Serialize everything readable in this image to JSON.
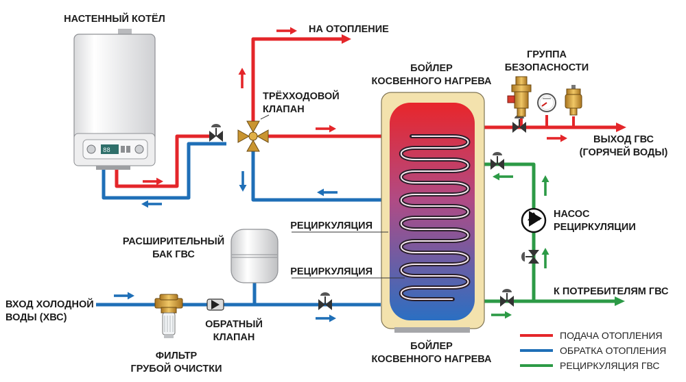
{
  "labels": {
    "boiler_wall": "НАСТЕННЫЙ КОТЁЛ",
    "to_heating": "НА ОТОПЛЕНИЕ",
    "three_way_1": "ТРЁХХОДОВОЙ",
    "three_way_2": "КЛАПАН",
    "tank_top_1": "БОЙЛЕР",
    "tank_top_2": "КОСВЕННОГО НАГРЕВА",
    "safety_1": "ГРУППА",
    "safety_2": "БЕЗОПАСНОСТИ",
    "hot_out_1": "ВЫХОД ГВС",
    "hot_out_2": "(ГОРЯЧЕЙ ВОДЫ)",
    "pump_1": "НАСОС",
    "pump_2": "РЕЦИРКУЛЯЦИИ",
    "recirc_1": "РЕЦИРКУЛЯЦИЯ",
    "recirc_2": "РЕЦИРКУЛЯЦИЯ",
    "exp_tank_1": "РАСШИРИТЕЛЬНЫЙ",
    "exp_tank_2": "БАК ГВС",
    "cold_in_1": "ВХОД ХОЛОДНОЙ",
    "cold_in_2": "ВОДЫ (ХВС)",
    "check_valve_1": "ОБРАТНЫЙ",
    "check_valve_2": "КЛАПАН",
    "filter_1": "ФИЛЬТР",
    "filter_2": "ГРУБОЙ ОЧИСТКИ",
    "consumers": "К ПОТРЕБИТЕЛЯМ ГВС",
    "tank_bottom_1": "БОЙЛЕР",
    "tank_bottom_2": "КОСВЕННОГО НАГРЕВА",
    "boiler_display": "88"
  },
  "legend": [
    {
      "label": "ПОДАЧА ОТОПЛЕНИЯ",
      "color": "#e4262a"
    },
    {
      "label": "ОБРАТКА ОТОПЛЕНИЯ",
      "color": "#1f6fb7"
    },
    {
      "label": "РЕЦИРКУЛЯЦИЯ ГВС",
      "color": "#2c9a46"
    }
  ],
  "colors": {
    "supply": "#e4262a",
    "return": "#1f6fb7",
    "recirc": "#2c9a46",
    "brass": "#d4a23c",
    "tank_shell": "#f3e2ad"
  }
}
